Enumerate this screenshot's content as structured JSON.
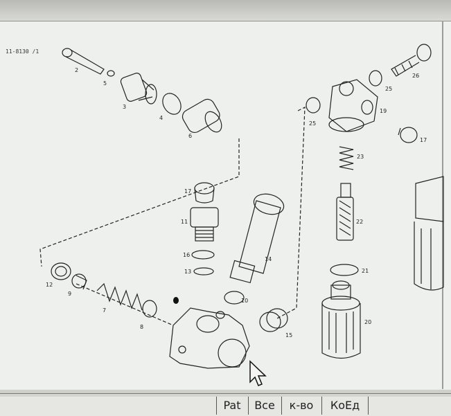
{
  "drawing": {
    "doc_number": "11-8130 /1",
    "part_numbers": [
      "2",
      "5",
      "3",
      "4",
      "6",
      "26",
      "25",
      "19",
      "25",
      "17",
      "23",
      "17",
      "11",
      "16",
      "13",
      "14",
      "22",
      "21",
      "12",
      "9",
      "7",
      "8",
      "10",
      "15",
      "20"
    ]
  },
  "columns": [
    {
      "label": "Pat"
    },
    {
      "label": "Все"
    },
    {
      "label": "к-во"
    },
    {
      "label": "КоЕд"
    }
  ]
}
